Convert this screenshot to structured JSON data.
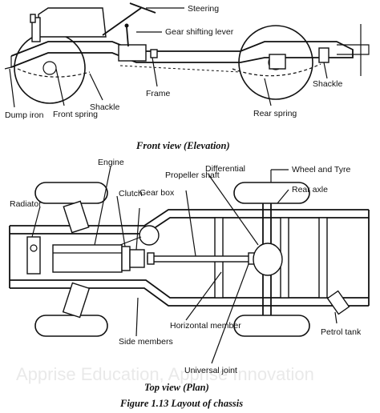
{
  "watermark": "Apprise Education, Apprise Innovation",
  "elevation": {
    "labels": {
      "steering": "Steering",
      "gear_lever": "Gear shifting lever",
      "dump_iron": "Dump iron",
      "front_spring": "Front spring",
      "shackle_front": "Shackle",
      "frame": "Frame",
      "rear_spring": "Rear spring",
      "shackle_rear": "Shackle"
    },
    "caption": "Front view (Elevation)"
  },
  "plan": {
    "labels": {
      "engine": "Engine",
      "radiator": "Radiator",
      "clutch": "Clutch",
      "gear_box": "Gear box",
      "propeller_shaft": "Propeller shaft",
      "differential": "Differential",
      "wheel_tyre": "Wheel and Tyre",
      "rear_axle": "Rear axle",
      "side_members": "Side members",
      "horizontal_member": "Horizontal member",
      "universal_joint": "Universal joint",
      "petrol_tank": "Petrol tank"
    },
    "caption": "Top view (Plan)"
  },
  "figure_caption": "Figure 1.13 Layout of chassis"
}
